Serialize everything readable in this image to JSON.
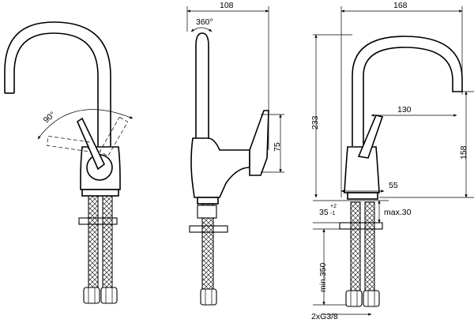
{
  "dimensions": {
    "width_side": "108",
    "width_front": "168",
    "rotation": "360°",
    "lever_angle": "90°",
    "height_total": "233",
    "spout_reach": "130",
    "spout_height": "158",
    "lever_height": "75",
    "base_width": "55",
    "base_dim": "35",
    "base_tol_upper": "+2",
    "base_tol_lower": "-1",
    "deck_thickness": "max.30",
    "hose_length": "min.350",
    "connections": "2xG3/8"
  }
}
